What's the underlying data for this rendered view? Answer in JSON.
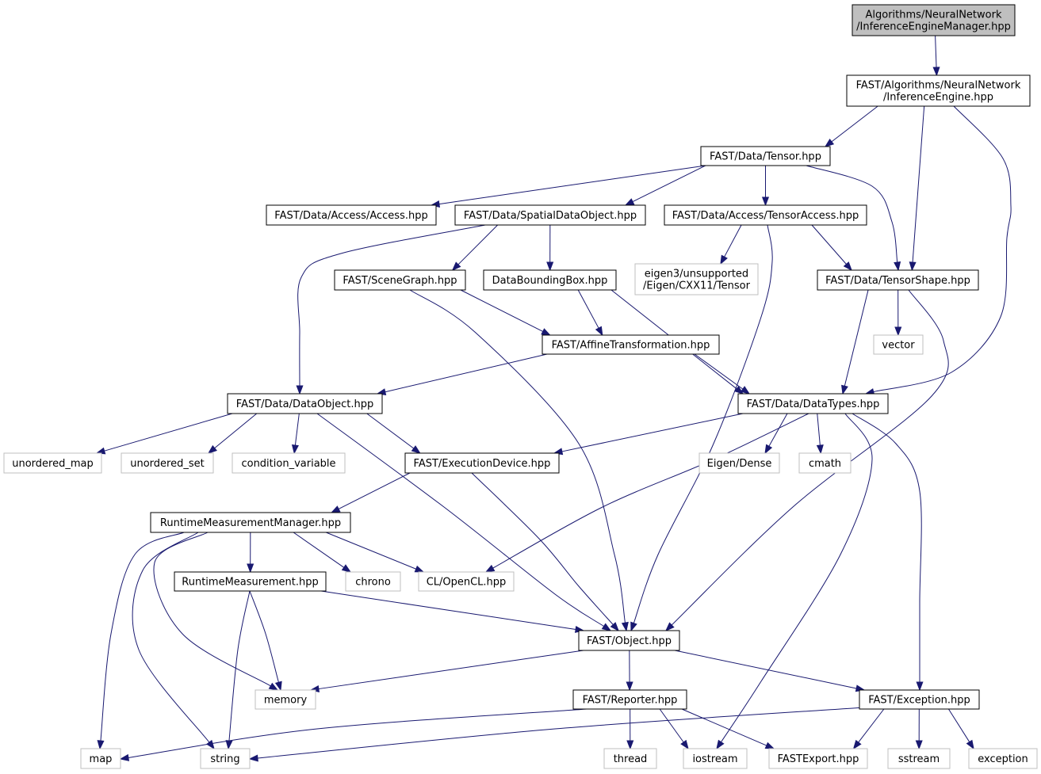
{
  "graph": {
    "title": "",
    "nodes": [
      {
        "id": "root",
        "lines": [
          "Algorithms/NeuralNetwork",
          "/InferenceEngineManager.hpp"
        ],
        "kind": "root"
      },
      {
        "id": "ie",
        "lines": [
          "FAST/Algorithms/NeuralNetwork",
          "/InferenceEngine.hpp"
        ],
        "kind": "project"
      },
      {
        "id": "tensor",
        "lines": [
          "FAST/Data/Tensor.hpp"
        ],
        "kind": "project"
      },
      {
        "id": "access",
        "lines": [
          "FAST/Data/Access/Access.hpp"
        ],
        "kind": "project"
      },
      {
        "id": "sdo",
        "lines": [
          "FAST/Data/SpatialDataObject.hpp"
        ],
        "kind": "project"
      },
      {
        "id": "tacc",
        "lines": [
          "FAST/Data/Access/TensorAccess.hpp"
        ],
        "kind": "project"
      },
      {
        "id": "eigent",
        "lines": [
          "eigen3/unsupported",
          "/Eigen/CXX11/Tensor"
        ],
        "kind": "system"
      },
      {
        "id": "scene",
        "lines": [
          "FAST/SceneGraph.hpp"
        ],
        "kind": "project"
      },
      {
        "id": "dbb",
        "lines": [
          "DataBoundingBox.hpp"
        ],
        "kind": "project"
      },
      {
        "id": "tshape",
        "lines": [
          "FAST/Data/TensorShape.hpp"
        ],
        "kind": "project"
      },
      {
        "id": "vector",
        "lines": [
          "vector"
        ],
        "kind": "system"
      },
      {
        "id": "affine",
        "lines": [
          "FAST/AffineTransformation.hpp"
        ],
        "kind": "project"
      },
      {
        "id": "dobj",
        "lines": [
          "FAST/Data/DataObject.hpp"
        ],
        "kind": "project"
      },
      {
        "id": "dtypes",
        "lines": [
          "FAST/Data/DataTypes.hpp"
        ],
        "kind": "project"
      },
      {
        "id": "umap",
        "lines": [
          "unordered_map"
        ],
        "kind": "system"
      },
      {
        "id": "uset",
        "lines": [
          "unordered_set"
        ],
        "kind": "system"
      },
      {
        "id": "condvar",
        "lines": [
          "condition_variable"
        ],
        "kind": "system"
      },
      {
        "id": "execdev",
        "lines": [
          "FAST/ExecutionDevice.hpp"
        ],
        "kind": "project"
      },
      {
        "id": "eigend",
        "lines": [
          "Eigen/Dense"
        ],
        "kind": "system"
      },
      {
        "id": "cmath",
        "lines": [
          "cmath"
        ],
        "kind": "system"
      },
      {
        "id": "rmm",
        "lines": [
          "RuntimeMeasurementManager.hpp"
        ],
        "kind": "project"
      },
      {
        "id": "rm",
        "lines": [
          "RuntimeMeasurement.hpp"
        ],
        "kind": "project"
      },
      {
        "id": "chrono",
        "lines": [
          "chrono"
        ],
        "kind": "system"
      },
      {
        "id": "opencl",
        "lines": [
          "CL/OpenCL.hpp"
        ],
        "kind": "system"
      },
      {
        "id": "object",
        "lines": [
          "FAST/Object.hpp"
        ],
        "kind": "project"
      },
      {
        "id": "memory",
        "lines": [
          "memory"
        ],
        "kind": "system"
      },
      {
        "id": "reporter",
        "lines": [
          "FAST/Reporter.hpp"
        ],
        "kind": "project"
      },
      {
        "id": "exception",
        "lines": [
          "FAST/Exception.hpp"
        ],
        "kind": "project"
      },
      {
        "id": "map",
        "lines": [
          "map"
        ],
        "kind": "system"
      },
      {
        "id": "string",
        "lines": [
          "string"
        ],
        "kind": "system"
      },
      {
        "id": "thread",
        "lines": [
          "thread"
        ],
        "kind": "system"
      },
      {
        "id": "iostream",
        "lines": [
          "iostream"
        ],
        "kind": "system"
      },
      {
        "id": "fastexport",
        "lines": [
          "FASTExport.hpp"
        ],
        "kind": "system"
      },
      {
        "id": "sstream",
        "lines": [
          "sstream"
        ],
        "kind": "system"
      },
      {
        "id": "exceptionstd",
        "lines": [
          "exception"
        ],
        "kind": "system"
      }
    ],
    "edges": [
      [
        "root",
        "ie"
      ],
      [
        "ie",
        "tensor"
      ],
      [
        "ie",
        "tshape"
      ],
      [
        "ie",
        "dtypes"
      ],
      [
        "tensor",
        "access"
      ],
      [
        "tensor",
        "sdo"
      ],
      [
        "tensor",
        "tacc"
      ],
      [
        "tensor",
        "tshape"
      ],
      [
        "sdo",
        "dobj"
      ],
      [
        "sdo",
        "scene"
      ],
      [
        "sdo",
        "dbb"
      ],
      [
        "tacc",
        "eigent"
      ],
      [
        "tacc",
        "tshape"
      ],
      [
        "tacc",
        "object"
      ],
      [
        "scene",
        "affine"
      ],
      [
        "scene",
        "object"
      ],
      [
        "dbb",
        "affine"
      ],
      [
        "dbb",
        "dtypes"
      ],
      [
        "tshape",
        "vector"
      ],
      [
        "tshape",
        "dtypes"
      ],
      [
        "tshape",
        "object"
      ],
      [
        "affine",
        "dobj"
      ],
      [
        "affine",
        "dtypes"
      ],
      [
        "dobj",
        "umap"
      ],
      [
        "dobj",
        "uset"
      ],
      [
        "dobj",
        "condvar"
      ],
      [
        "dobj",
        "execdev"
      ],
      [
        "dobj",
        "object"
      ],
      [
        "dtypes",
        "execdev"
      ],
      [
        "dtypes",
        "eigend"
      ],
      [
        "dtypes",
        "cmath"
      ],
      [
        "dtypes",
        "opencl"
      ],
      [
        "dtypes",
        "iostream"
      ],
      [
        "dtypes",
        "exception"
      ],
      [
        "execdev",
        "rmm"
      ],
      [
        "execdev",
        "object"
      ],
      [
        "rmm",
        "rm"
      ],
      [
        "rmm",
        "chrono"
      ],
      [
        "rmm",
        "opencl"
      ],
      [
        "rmm",
        "map"
      ],
      [
        "rmm",
        "string"
      ],
      [
        "rmm",
        "memory"
      ],
      [
        "rm",
        "object"
      ],
      [
        "rm",
        "memory"
      ],
      [
        "rm",
        "string"
      ],
      [
        "object",
        "memory"
      ],
      [
        "object",
        "reporter"
      ],
      [
        "object",
        "exception"
      ],
      [
        "reporter",
        "map"
      ],
      [
        "reporter",
        "thread"
      ],
      [
        "reporter",
        "iostream"
      ],
      [
        "reporter",
        "fastexport"
      ],
      [
        "exception",
        "string"
      ],
      [
        "exception",
        "fastexport"
      ],
      [
        "exception",
        "sstream"
      ],
      [
        "exception",
        "exceptionstd"
      ]
    ]
  }
}
